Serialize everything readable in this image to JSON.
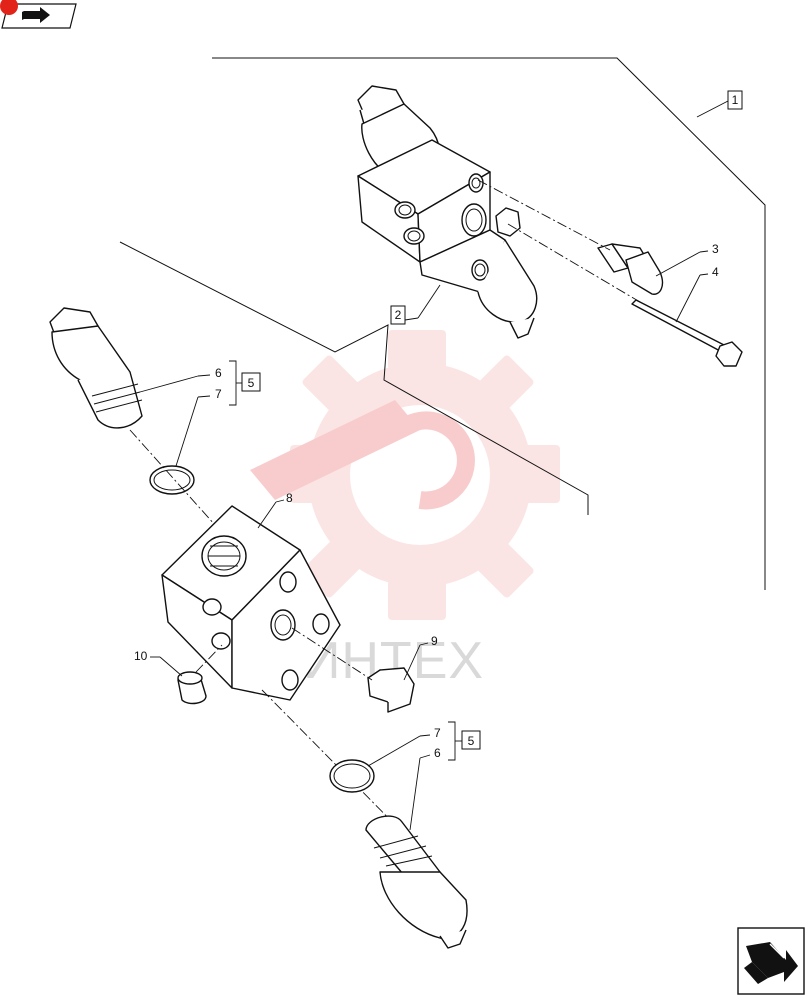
{
  "nav": {
    "top_icon": "arrow-right-icon",
    "bottom_icon": "folded-arrow-icon"
  },
  "watermark": {
    "text": "ИНТЕХ",
    "color": "#f4a0a0"
  },
  "callouts": {
    "c1": "1",
    "c2": "2",
    "c3": "3",
    "c4": "4",
    "c5_upper": "5",
    "c6_upper": "6",
    "c7_upper": "7",
    "c8": "8",
    "c9": "9",
    "c10": "10",
    "c5_lower": "5",
    "c7_lower": "7",
    "c6_lower": "6"
  }
}
